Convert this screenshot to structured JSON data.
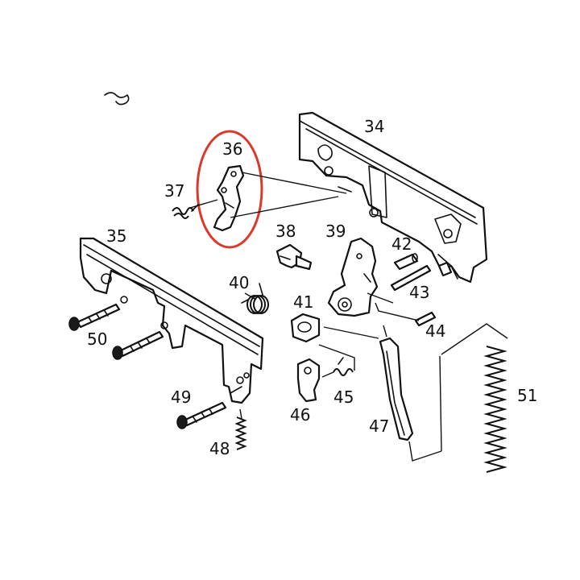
{
  "labels": {
    "p34": "34",
    "p35": "35",
    "p36": "36",
    "p37": "37",
    "p38": "38",
    "p39": "39",
    "p40": "40",
    "p41": "41",
    "p42": "42",
    "p43": "43",
    "p44": "44",
    "p45": "45",
    "p46": "46",
    "p47": "47",
    "p48": "48",
    "p49": "49",
    "p50": "50",
    "p51": "51"
  },
  "highlighted_part": "36",
  "colors": {
    "line": "#111111",
    "highlight": "#d93a2b",
    "background": "#ffffff"
  }
}
